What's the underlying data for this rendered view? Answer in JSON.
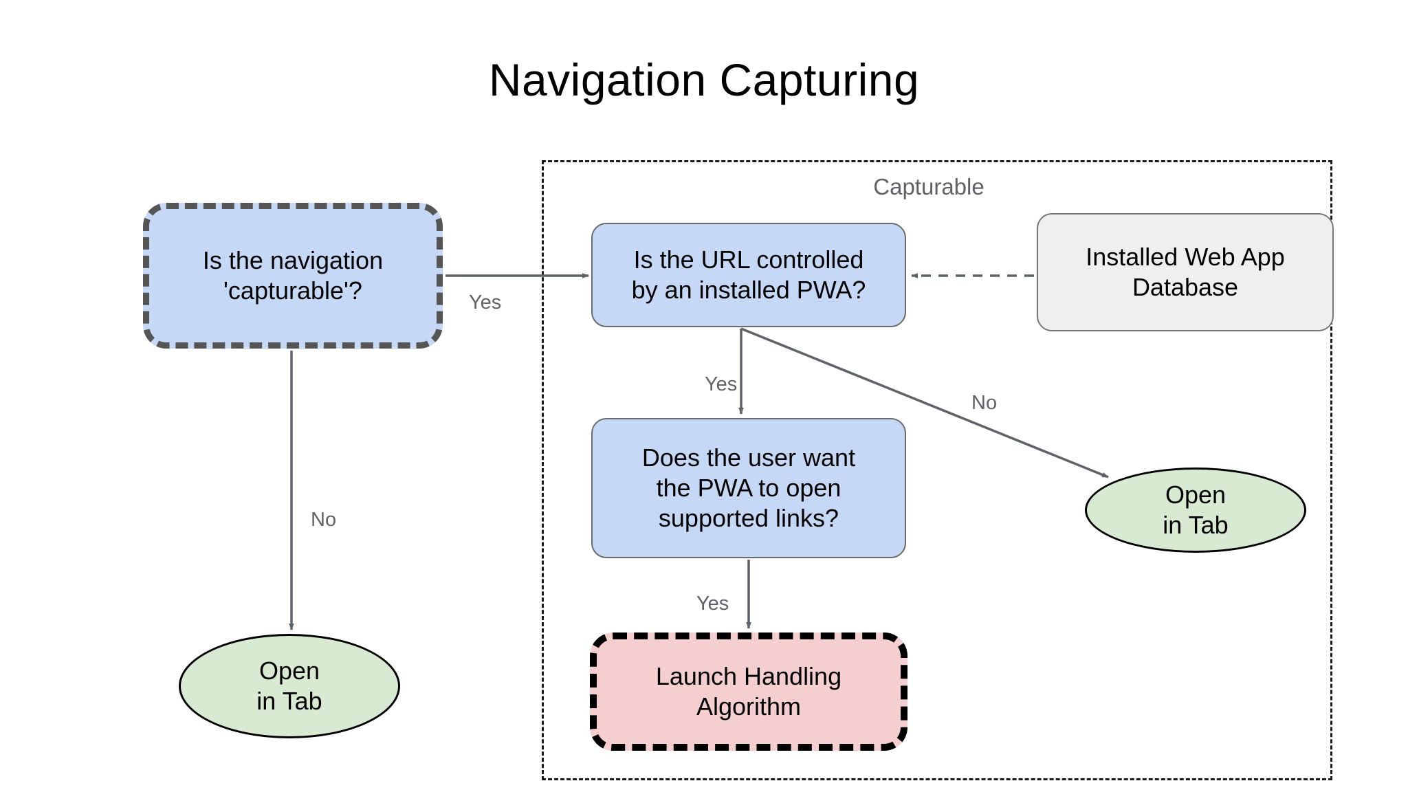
{
  "title": "Navigation Capturing",
  "group": {
    "label": "Capturable"
  },
  "nodes": {
    "is_capturable": "Is the navigation\n'capturable'?",
    "url_controlled": "Is the URL controlled\nby an installed PWA?",
    "web_app_db": "Installed Web App\nDatabase",
    "user_want": "Does the user want\nthe PWA to open\nsupported links?",
    "launch_handling": "Launch Handling\nAlgorithm",
    "open_in_tab_left": "Open\nin Tab",
    "open_in_tab_right": "Open\nin Tab"
  },
  "edge_labels": {
    "capturable_yes": "Yes",
    "capturable_no": "No",
    "url_yes": "Yes",
    "url_no": "No",
    "user_yes": "Yes"
  },
  "colors": {
    "decision_fill": "#c5d8f5",
    "decision_stroke": "#6b6b6b",
    "dashed_stroke": "#555555",
    "store_fill": "#efefef",
    "store_stroke": "#767676",
    "terminal_fill": "#d9ead3",
    "terminal_stroke": "#000000",
    "algorithm_fill": "#f5cfcf",
    "algorithm_stroke": "#000000",
    "edge_stroke": "#5f6368",
    "label_text": "#5f6368",
    "group_stroke": "#1a1a1a",
    "background": "#ffffff"
  }
}
